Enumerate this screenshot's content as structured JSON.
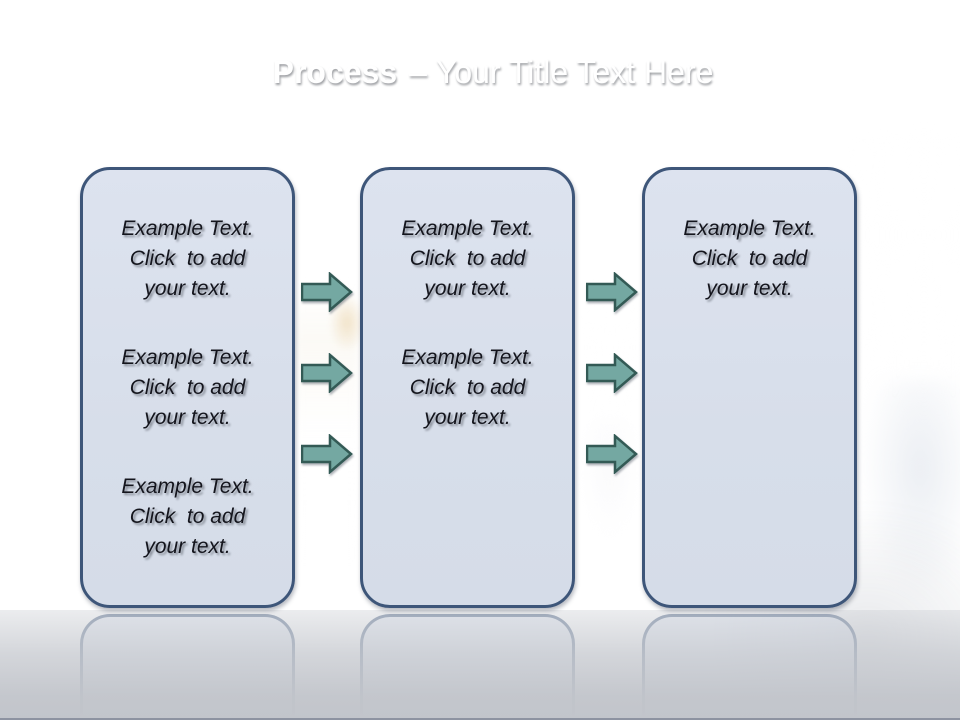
{
  "slide": {
    "title": {
      "lead": "Process",
      "separator": "–",
      "rest": "Your Title Text Here"
    },
    "columns": [
      {
        "id": "step-1",
        "paragraphs": [
          "Example Text.\nClick  to add\nyour text.",
          "Example Text.\nClick  to add\nyour text.",
          "Example Text.\nClick  to add\nyour text."
        ]
      },
      {
        "id": "step-2",
        "paragraphs": [
          "Example Text.\nClick  to add\nyour text.",
          "Example Text.\nClick  to add\nyour text."
        ]
      },
      {
        "id": "step-3",
        "paragraphs": [
          "Example Text.\nClick  to add\nyour text."
        ]
      }
    ],
    "arrows": {
      "between_step_1_and_2": 3,
      "between_step_2_and_3": 3,
      "direction": "right"
    },
    "colors": {
      "header_top": "#2e3c57",
      "header_bottom": "#4c5d85",
      "canvas_gray": "#c9ccd4",
      "box_fill": "#dae0ec",
      "box_border": "#3e5679",
      "arrow_fill": "#74a8a2",
      "arrow_border": "#335a55",
      "title_text": "#ffffff",
      "body_text": "#14151d"
    }
  }
}
